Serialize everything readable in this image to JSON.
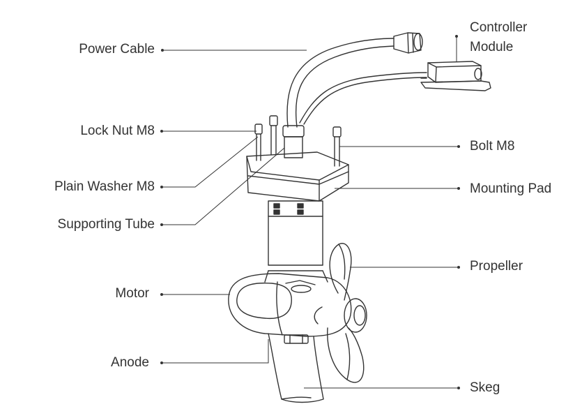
{
  "labels": {
    "power_cable": "Power Cable",
    "controller_module_1": "Controller",
    "controller_module_2": "Module",
    "lock_nut": "Lock Nut M8",
    "bolt": "Bolt M8",
    "plain_washer": "Plain Washer M8",
    "mounting_pad": "Mounting Pad",
    "supporting_tube": "Supporting Tube",
    "propeller": "Propeller",
    "motor": "Motor",
    "anode": "Anode",
    "skeg": "Skeg"
  },
  "colors": {
    "line": "#333333",
    "text": "#333333",
    "background": "#ffffff"
  }
}
